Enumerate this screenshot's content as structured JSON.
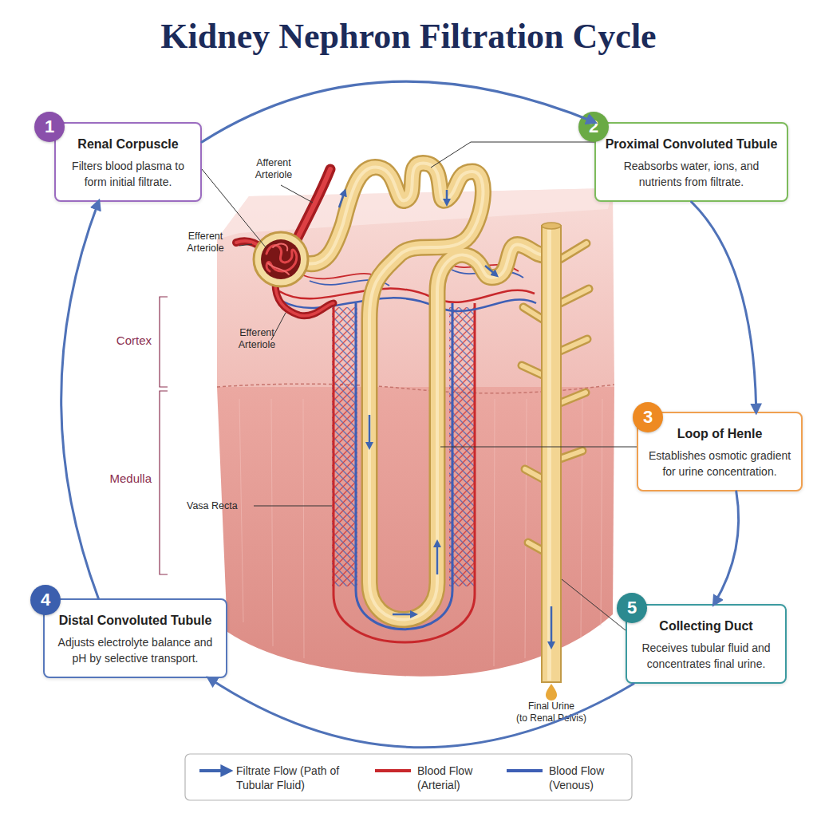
{
  "diagram": {
    "title": "Kidney Nephron Filtration Cycle",
    "nodes": [
      {
        "text": [
          "1",
          "Renal Corpuscle",
          "Filters blood plasma to form initial filtrate."
        ]
      },
      {
        "text": [
          "2",
          "Proximal Convoluted Tubule",
          "Reabsorbs water, ions, and nutrients from filtrate."
        ]
      },
      {
        "text": [
          "3",
          "Loop of Henle",
          "Establishes osmotic gradient for urine concentration."
        ]
      },
      {
        "text": [
          "4",
          "Distal Convoluted Tubule",
          "Adjusts electrolyte balance and pH by selective transport."
        ]
      },
      {
        "text": [
          "5",
          "Collecting Duct",
          "Receives tubular fluid and concentrates final urine."
        ]
      }
    ],
    "edges": [
      {
        "from": 0,
        "to": 1,
        "arrow": "to"
      },
      {
        "from": 1,
        "to": 2,
        "arrow": "to"
      },
      {
        "from": 2,
        "to": 4,
        "arrow": "to"
      },
      {
        "from": 4,
        "to": 3,
        "arrow": "to"
      },
      {
        "from": 3,
        "to": 0,
        "arrow": "to"
      }
    ],
    "labels": [
      "Afferent Arteriole",
      "Efferent Arteriole",
      "Cortex",
      "Efferent Arteriole",
      "Medulla",
      "Vasa Recta",
      "Final Urine",
      "(to Renal Pelvis)"
    ],
    "legend": [
      {
        "text": "Filtrate Flow (Path of Tubular Fluid)"
      },
      {
        "text": "Blood Flow (Arterial)"
      },
      {
        "text": "Blood Flow (Venous)"
      }
    ]
  }
}
